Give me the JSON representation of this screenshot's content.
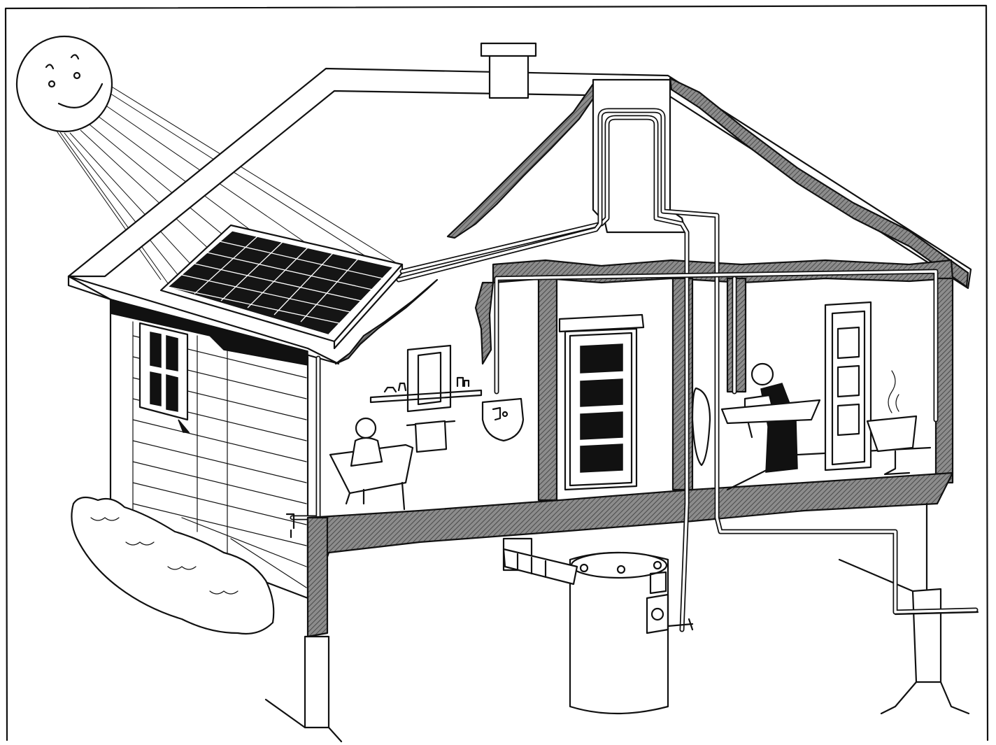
{
  "image": {
    "kind": "line-illustration",
    "ink_color": "#111111",
    "paper_color": "#ffffff",
    "wall_hatch_color": "#6e6e6e"
  },
  "elements": [
    "smiling-sun",
    "sun-rays",
    "house-roof",
    "solar-panel",
    "chimney",
    "solar-riser-pipes",
    "bathroom-with-bather",
    "wall-mounted-water-heater",
    "interior-door",
    "kitchen-with-woman-washing-dishes",
    "kitchen-stove-with-steam",
    "storage-water-heater-tank",
    "outdoor-faucet",
    "shrubs",
    "foundation-piers",
    "main-water-supply-line"
  ],
  "text_labels": []
}
